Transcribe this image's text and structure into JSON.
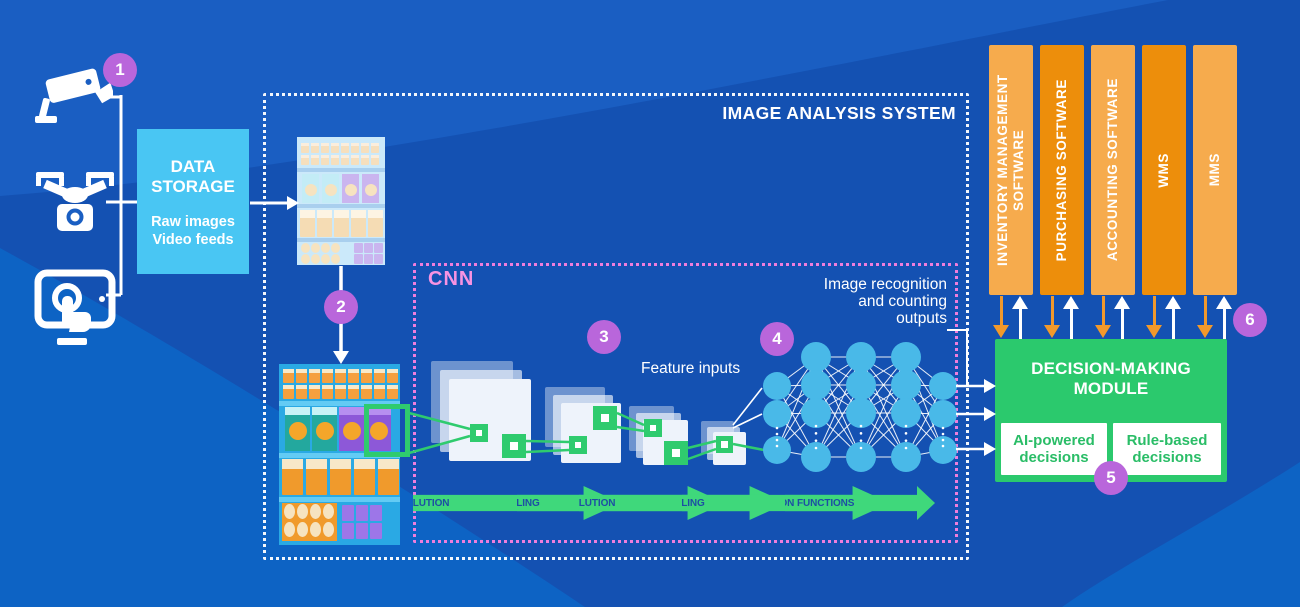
{
  "steps": [
    "1",
    "2",
    "3",
    "4",
    "5",
    "6"
  ],
  "sources": {
    "camera_icon": "security-camera",
    "drone_icon": "camera-drone",
    "tablet_icon": "tablet-touch"
  },
  "data_storage": {
    "title": "DATA STORAGE",
    "line1": "Raw images",
    "line2": "Video feeds"
  },
  "analysis_system": {
    "title": "IMAGE ANALYSIS SYSTEM"
  },
  "cnn": {
    "label": "CNN",
    "feature_inputs": "Feature inputs",
    "arrows": [
      "CONVOLUTION",
      "POOLING",
      "CONVOLUTION",
      "POOLING"
    ],
    "activation": "ACTIVATION FUNCTIONS"
  },
  "network": {
    "outputs_label": "Image recognition and counting outputs"
  },
  "decision": {
    "title": "DECISION-MAKING MODULE",
    "ai": "AI-powered decisions",
    "rule": "Rule-based decisions"
  },
  "software": {
    "bars": [
      {
        "label": "INVENTORY MANAGEMENT SOFTWARE",
        "tone": "light"
      },
      {
        "label": "PURCHASING SOFTWARE",
        "tone": "dark"
      },
      {
        "label": "ACCOUNTING SOFTWARE",
        "tone": "light"
      },
      {
        "label": "WMS",
        "tone": "dark"
      },
      {
        "label": "MMS",
        "tone": "light"
      }
    ]
  },
  "colors": {
    "background": "#1451b2",
    "background_light": "#1a5ec2",
    "background_bottom": "#0d63c4",
    "storage_blue": "#49c6f3",
    "green": "#2fcb6e",
    "arrow_green": "#3fd87b",
    "arrow_text_blue": "#1d4fa3",
    "orange_light": "#f6ab4d",
    "orange_dark": "#ed8e0b",
    "magenta": "#ee7edc",
    "purple_badge": "#b966db",
    "node_blue": "#49b9e8"
  }
}
